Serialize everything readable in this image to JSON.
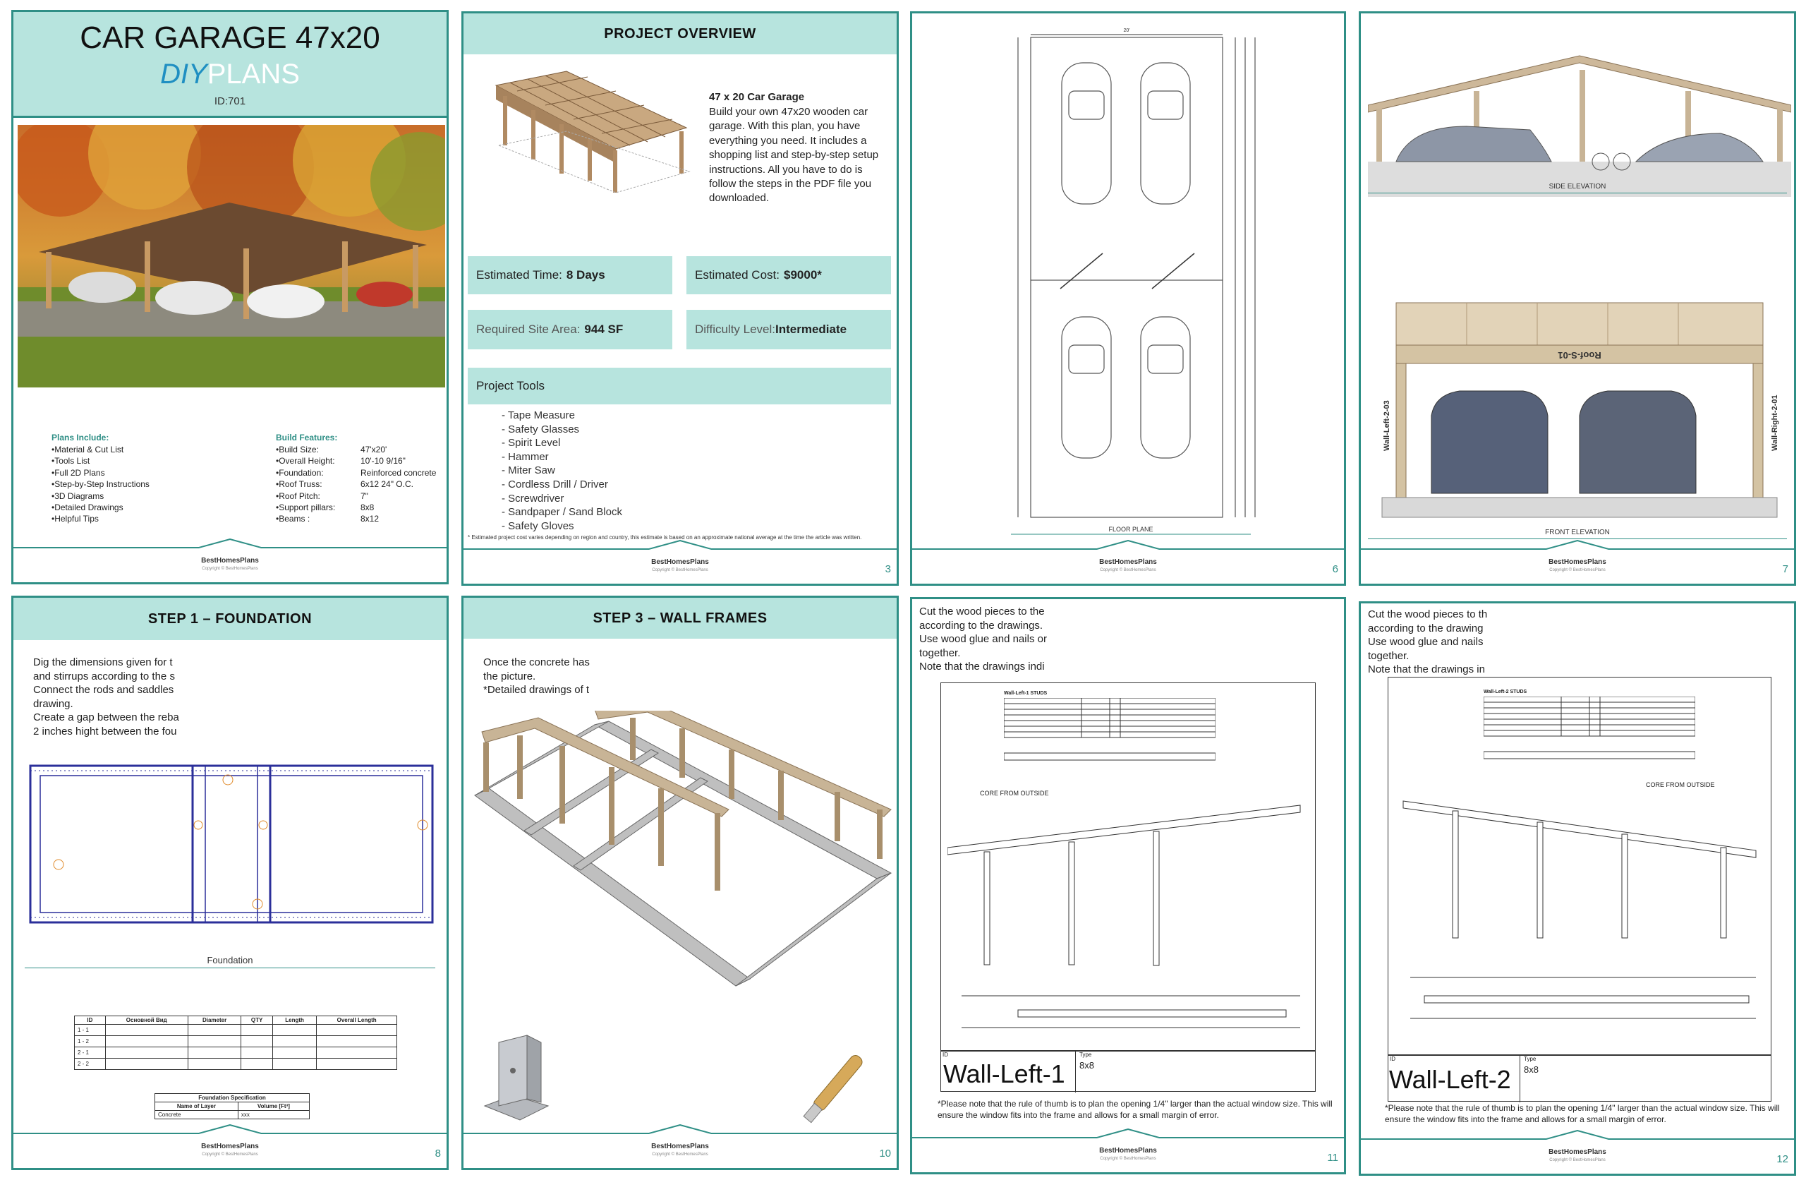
{
  "brand": {
    "name": "BestHomesPlans",
    "copyright": "Copyright © BestHomesPlans",
    "accent": "#2f8f86",
    "header_bg": "#b7e4de",
    "diy_color": "#1f8fc2"
  },
  "cover": {
    "title": "CAR GARAGE 47x20",
    "diy": "DIY",
    "plans": "PLANS",
    "id": "ID:701",
    "plans_include_title": "Plans Include:",
    "plans_include": [
      "•Material & Cut List",
      "•Tools List",
      "•Full 2D Plans",
      "•Step-by-Step Instructions",
      "•3D Diagrams",
      "•Detailed Drawings",
      "•Helpful Tips"
    ],
    "features_title": "Build Features:",
    "features": [
      {
        "k": "•Build Size:",
        "v": "47'x20'"
      },
      {
        "k": "•Overall Height:",
        "v": "10'-10 9/16\""
      },
      {
        "k": "•Foundation:",
        "v": "Reinforced concrete"
      },
      {
        "k": "•Roof Truss:",
        "v": "6x12 24\" O.C."
      },
      {
        "k": "•Roof Pitch:",
        "v": "7\""
      },
      {
        "k": "•Support pillars:",
        "v": "8x8"
      },
      {
        "k": "•Beams      :",
        "v": "8x12"
      }
    ]
  },
  "overview": {
    "header": "PROJECT OVERVIEW",
    "title": "47 x 20 Car Garage",
    "description": "Build your own 47x20 wooden car garage. With this plan, you have everything you need. It includes a shopping list and step-by-step setup instructions. All you have to do is follow the steps in the PDF file you downloaded.",
    "time_label": "Estimated Time:",
    "time_value": "8 Days",
    "cost_label": "Estimated Cost:",
    "cost_value": "$9000*",
    "area_label": "Required Site Area:",
    "area_value": "944 SF",
    "difficulty_label": "Difficulty Level:",
    "difficulty_value": "Intermediate",
    "tools_title": "Project Tools",
    "tools": [
      "- Tape Measure",
      "- Safety Glasses",
      "- Spirit Level",
      "- Hammer",
      "- Miter Saw",
      "- Cordless Drill / Driver",
      "- Screwdriver",
      "- Sandpaper / Sand Block",
      "- Safety Gloves"
    ],
    "footnote": "* Estimated project cost varies depending on region and country, this estimate is based on an approximate national average at the time the article was written.",
    "page": "3"
  },
  "floor": {
    "caption": "FLOOR PLANE",
    "dim": "20'",
    "page": "6"
  },
  "elev": {
    "side_caption": "SIDE ELEVATION",
    "front_caption": "FRONT ELEVATION",
    "roof_label": "Roof-S-01",
    "wall_left": "Wall-Left-2-03",
    "wall_right": "Wall-Right-2-01",
    "page": "7"
  },
  "step1": {
    "header": "STEP 1 – FOUNDATION",
    "text": [
      "Dig the dimensions given for t",
      "and stirrups according to the s",
      "Connect the rods and saddles",
      "drawing.",
      "Create a gap between the reba",
      "2 inches hight between the fou"
    ],
    "caption": "Foundation",
    "table_headers": [
      "ID",
      "Основной Вид",
      "Diameter",
      "QTY",
      "Length",
      "Overall Length"
    ],
    "table_rows": [
      [
        "1 - 1"
      ],
      [
        "1 - 2"
      ],
      [
        "2 - 1"
      ],
      [
        "2 - 2"
      ]
    ],
    "spec_title": "Foundation Specification",
    "spec_headers": [
      "Name of Layer",
      "Volume [Ft³]"
    ],
    "spec_row": [
      "Concrete",
      "xxx"
    ],
    "page": "8"
  },
  "step3": {
    "header": "STEP 3 – WALL FRAMES",
    "text": [
      "Once the concrete has",
      "the picture.",
      "*Detailed drawings of t"
    ],
    "page": "10"
  },
  "wall1": {
    "text": [
      "Cut the wood pieces to the",
      "according to the drawings.",
      "Use wood glue and nails or",
      "together.",
      "Note that the drawings indi"
    ],
    "studs_title": "Wall-Left-1 STUDS",
    "core_label": "CORE FROM OUTSIDE",
    "title": "Wall-Left-1",
    "type_label": "Type",
    "type_value": "8x8",
    "id_label": "ID",
    "note": "*Please note that the rule of thumb is to plan the opening 1/4\" larger than the actual window size. This will ensure the window fits into the frame and allows for a small margin of error.",
    "page": "11"
  },
  "wall2": {
    "text": [
      "Cut the wood pieces to th",
      "according to the drawing",
      "Use wood glue and nails",
      "together.",
      "Note that the drawings in"
    ],
    "studs_title": "Wall-Left-2 STUDS",
    "core_label": "CORE FROM OUTSIDE",
    "title": "Wall-Left-2",
    "type_label": "Type",
    "type_value": "8x8",
    "id_label": "ID",
    "note": "*Please note that the rule of thumb is to plan the opening 1/4\" larger than the actual window size. This will ensure the window fits into the frame and allows for a small margin of error.",
    "page": "12"
  }
}
